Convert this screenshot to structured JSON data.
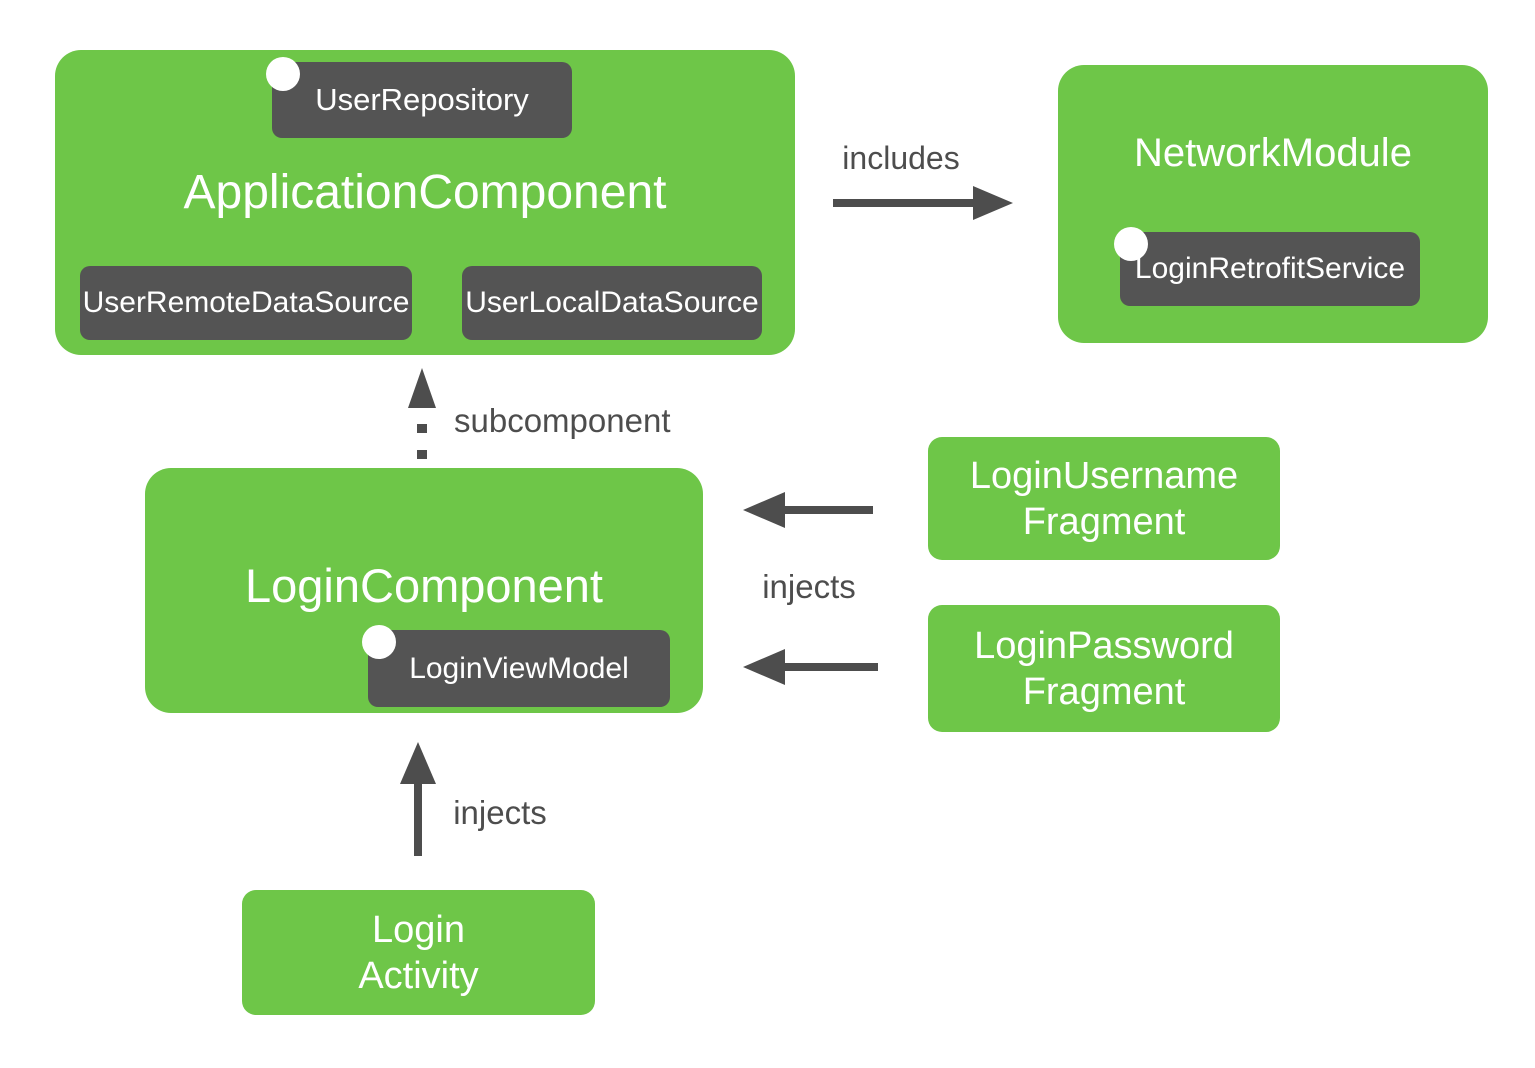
{
  "colors": {
    "background": "#FFFFFF",
    "node_green": "#6EC648",
    "badge_gray": "#545454",
    "arrow_gray": "#4D4D4D",
    "label_text": "#4D4D4D",
    "node_text": "#FFFFFF"
  },
  "nodes": {
    "application_component": {
      "title": "ApplicationComponent",
      "badge_top": "UserRepository",
      "badge_bottom_left": "UserRemoteDataSource",
      "badge_bottom_right": "UserLocalDataSource"
    },
    "network_module": {
      "title": "NetworkModule",
      "badge": "LoginRetrofitService"
    },
    "login_component": {
      "title": "LoginComponent",
      "badge": "LoginViewModel"
    },
    "login_username_fragment": {
      "line1": "LoginUsername",
      "line2": "Fragment"
    },
    "login_password_fragment": {
      "line1": "LoginPassword",
      "line2": "Fragment"
    },
    "login_activity": {
      "line1": "Login",
      "line2": "Activity"
    }
  },
  "edge_labels": {
    "includes": "includes",
    "subcomponent": "subcomponent",
    "injects_fragments": "injects",
    "injects_activity": "injects"
  }
}
